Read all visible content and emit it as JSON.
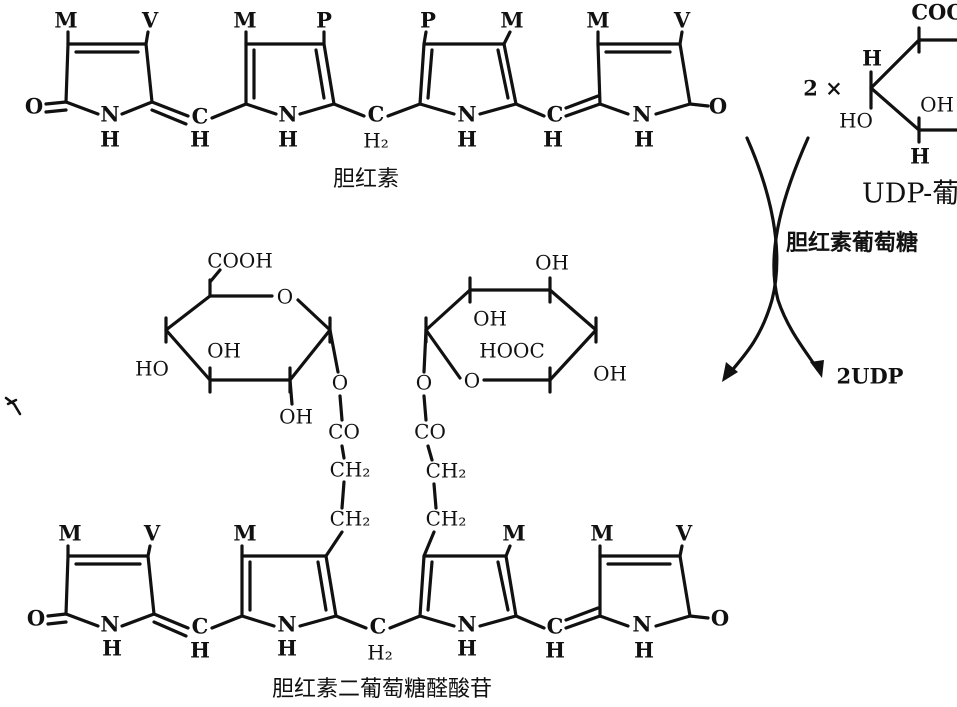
{
  "bilirubin": {
    "name": "胆红素",
    "substituents": [
      "M",
      "V",
      "M",
      "P",
      "P",
      "M",
      "M",
      "V"
    ],
    "atoms": {
      "o": "O",
      "n": "N",
      "h": "H",
      "c": "C",
      "h2": "H₂"
    }
  },
  "conjugate": {
    "name": "胆红素二葡萄糖醛酸苷",
    "substituents": [
      "M",
      "V",
      "M",
      "M",
      "M",
      "V"
    ],
    "atoms": {
      "o": "O",
      "n": "N",
      "h": "H",
      "c": "C",
      "h2": "H₂",
      "ch2": "CH₂",
      "co": "CO",
      "cooh": "COOH",
      "hooc": "HOOC",
      "oh": "OH",
      "ho": "HO"
    }
  },
  "reagent": {
    "multiplier": "2 ×",
    "top_group": "COO",
    "h": "H",
    "ho": "HO",
    "oh": "OH",
    "name": "UDP-葡"
  },
  "reaction": {
    "enzyme": "胆红素葡萄糖",
    "byproduct": "2UDP"
  }
}
